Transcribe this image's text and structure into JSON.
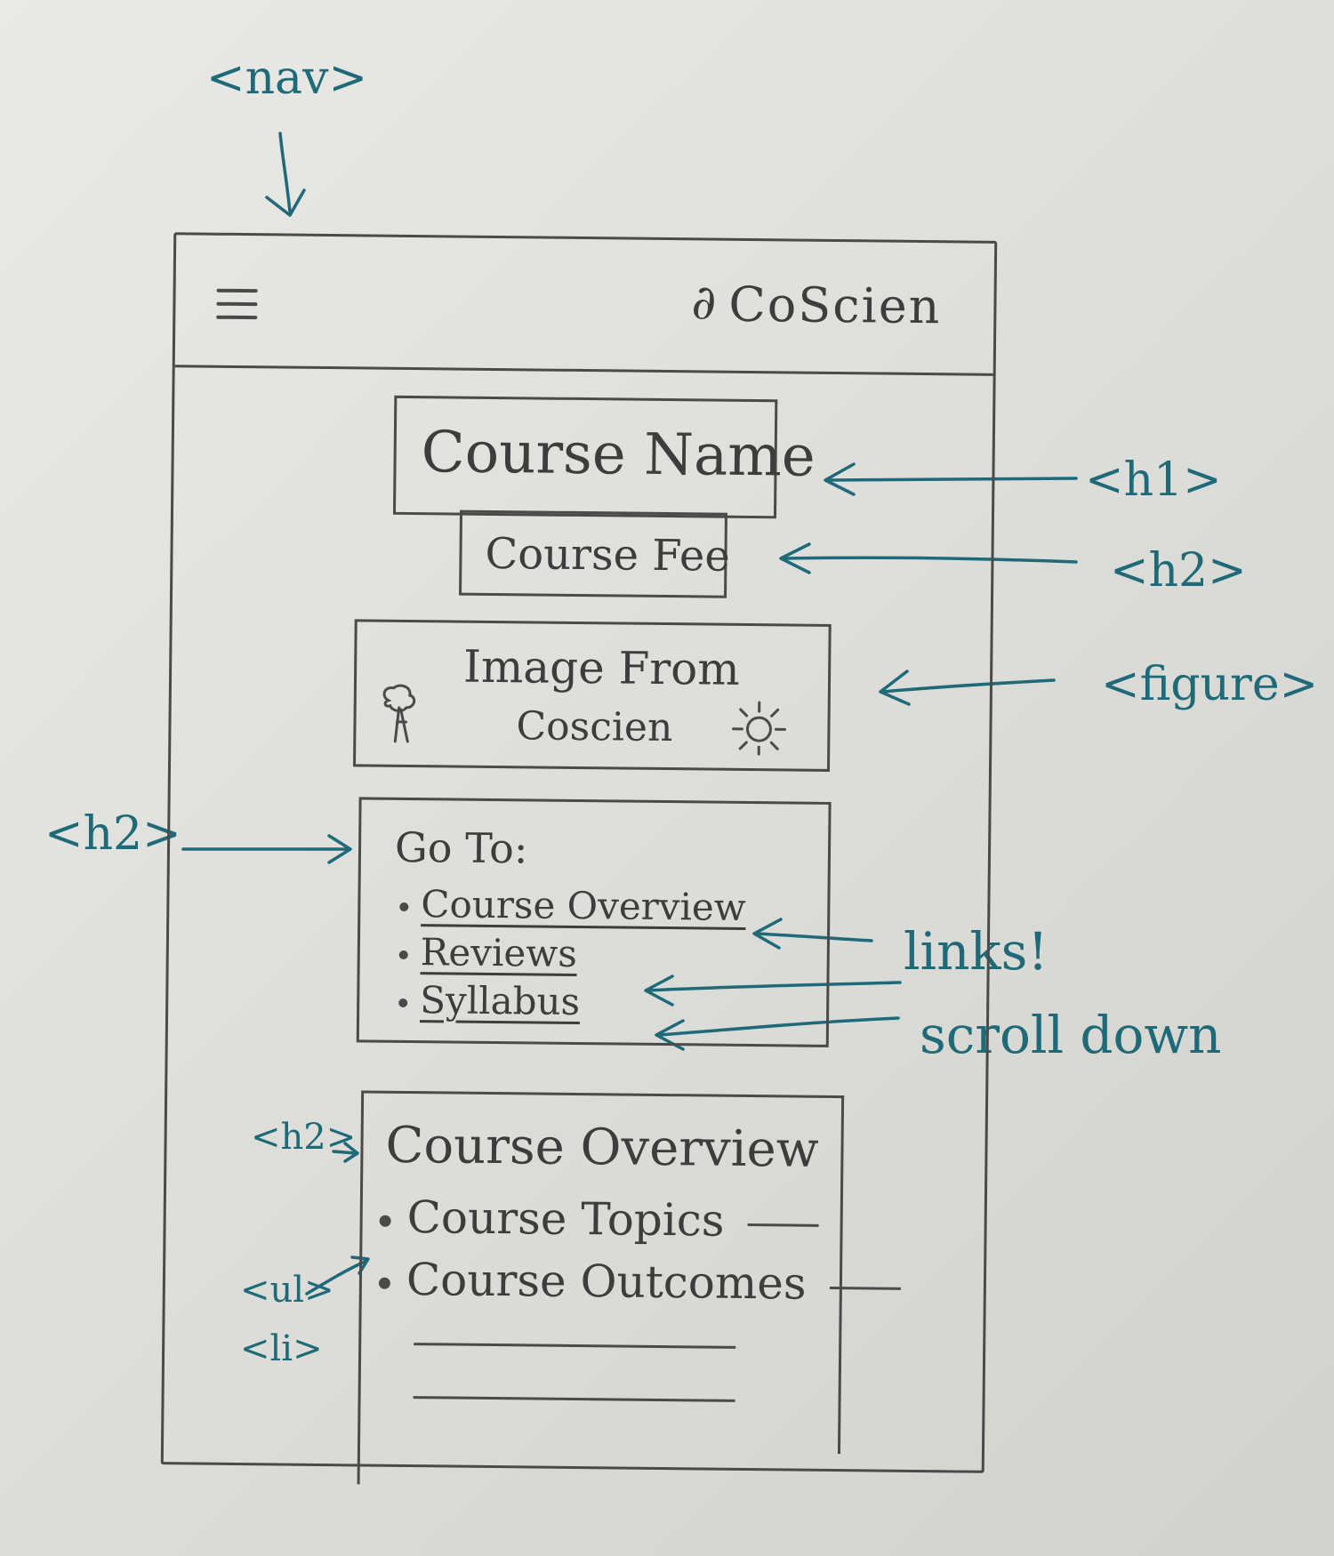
{
  "annotations": {
    "nav": "<nav>",
    "h1": "<h1>",
    "h2_fee": "<h2>",
    "figure": "<figure>",
    "h2_goto": "<h2>",
    "links": "links!",
    "scroll": "scroll down",
    "h2_overview": "<h2>",
    "ul": "<ul>",
    "li": "<li>"
  },
  "wireframe": {
    "header": {
      "menu_icon": "hamburger-icon",
      "logo_mark": "∂",
      "logo_text": "CoScien"
    },
    "course_name": "Course Name",
    "course_fee": "Course Fee",
    "figure": {
      "line1": "Image From",
      "line2": "Coscien",
      "icons": [
        "tree-icon",
        "sun-icon"
      ]
    },
    "goto": {
      "title": "Go To:",
      "links": [
        "Course Overview",
        "Reviews",
        "Syllabus"
      ]
    },
    "overview": {
      "title": "Course Overview",
      "items": [
        "Course Topics",
        "Course Outcomes"
      ]
    }
  },
  "colors": {
    "pencil": "#4a4a4a",
    "ink": "#1f6a78",
    "paper": "#e2e2de"
  }
}
